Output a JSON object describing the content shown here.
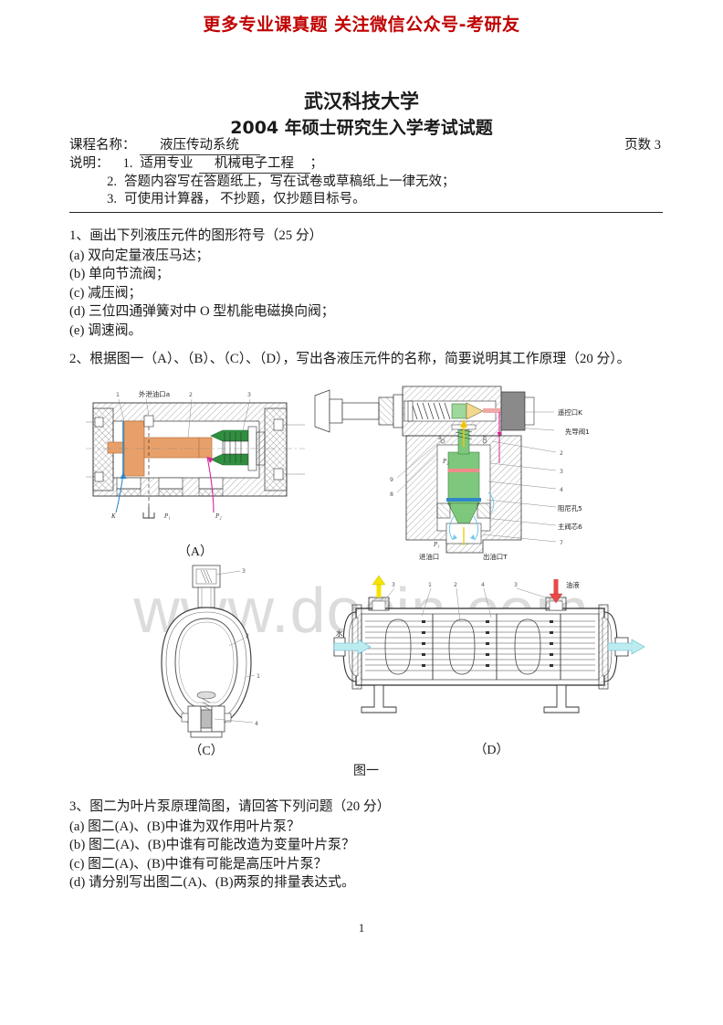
{
  "promo": {
    "text": "更多专业课真题 关注微信公众号-考研友",
    "color": "#c00000"
  },
  "header": {
    "university": "武汉科技大学",
    "exam_title": "2004 年硕士研究生入学考试试题",
    "course_label": "课程名称：",
    "course_value": "液压传动系统",
    "pages_label": "页数 3",
    "notes_label": "说明：",
    "notes": [
      {
        "num": "1.",
        "prefix": "适用专业",
        "value": "机械电子工程",
        "suffix": "；"
      },
      {
        "num": "2.",
        "text": "答题内容写在答题纸上，写在试卷或草稿纸上一律无效；"
      },
      {
        "num": "3.",
        "text": "可使用计算器， 不抄题，仅抄题目标号。"
      }
    ]
  },
  "questions": [
    {
      "head": "1、画出下列液压元件的图形符号（25 分）",
      "items": [
        "(a) 双向定量液压马达；",
        "(b) 单向节流阀；",
        "(c) 减压阀；",
        "(d) 三位四通弹簧对中 O 型机能电磁换向阀；",
        "(e) 调速阀。"
      ]
    },
    {
      "head": "2、根据图一（A）、（B）、（C）、（D），写出各液压元件的名称，简要说明其工作原理（20 分）。",
      "items": []
    },
    {
      "head": "3、图二为叶片泵原理简图，请回答下列问题（20 分）",
      "items": [
        "(a) 图二(A)、(B)中谁为双作用叶片泵？",
        "(b) 图二(A)、(B)中谁有可能改造为变量叶片泵？",
        "(c) 图二(A)、(B)中谁有可能是高压叶片泵？",
        "(d) 请分别写出图二(A)、(B)两泵的排量表达式。"
      ]
    }
  ],
  "figure": {
    "main_caption": "图一",
    "panels": {
      "a": {
        "caption": "（A）",
        "labels": {
          "drain_port": "外泄油口a",
          "n1": "1",
          "n2": "2",
          "n3": "3",
          "k": "K",
          "p1": "P₁",
          "p2": "P₂"
        }
      },
      "b": {
        "caption": "",
        "labels": {
          "remote_port": "遥控口K",
          "pilot_valve": "先导阀1",
          "n2": "2",
          "n3": "3",
          "n4": "4",
          "damping_hole": "阻尼孔5",
          "main_spool": "主阀芯6",
          "n7": "7",
          "n8": "8",
          "n9": "9",
          "inlet": "进油口",
          "outlet": "出油口T",
          "p1": "P₁",
          "p2": "P₂"
        }
      },
      "c": {
        "caption": "（C）",
        "labels": {
          "n1": "1",
          "n2": "2",
          "n3": "3",
          "n4": "4"
        }
      },
      "d": {
        "caption": "（D）",
        "labels": {
          "oil": "油液",
          "water": "水",
          "n1": "1",
          "n2": "2",
          "n3a": "3",
          "n3b": "3",
          "n4": "4"
        }
      }
    }
  },
  "watermark": {
    "text": "www.docin.com"
  },
  "footer": {
    "page_number": "1"
  },
  "colors": {
    "promo_red": "#c00000",
    "oil_arrow_red": "#e8494a",
    "water_arrow_cyan": "#bdecf0",
    "vent_arrow_yellow": "#f5e400",
    "accent_orange": "#e8a06a",
    "accent_green": "#2f8f3f",
    "accent_blue": "#2f86c8",
    "accent_magenta": "#d6279b",
    "watermark_gray": "#dcdcdc"
  }
}
